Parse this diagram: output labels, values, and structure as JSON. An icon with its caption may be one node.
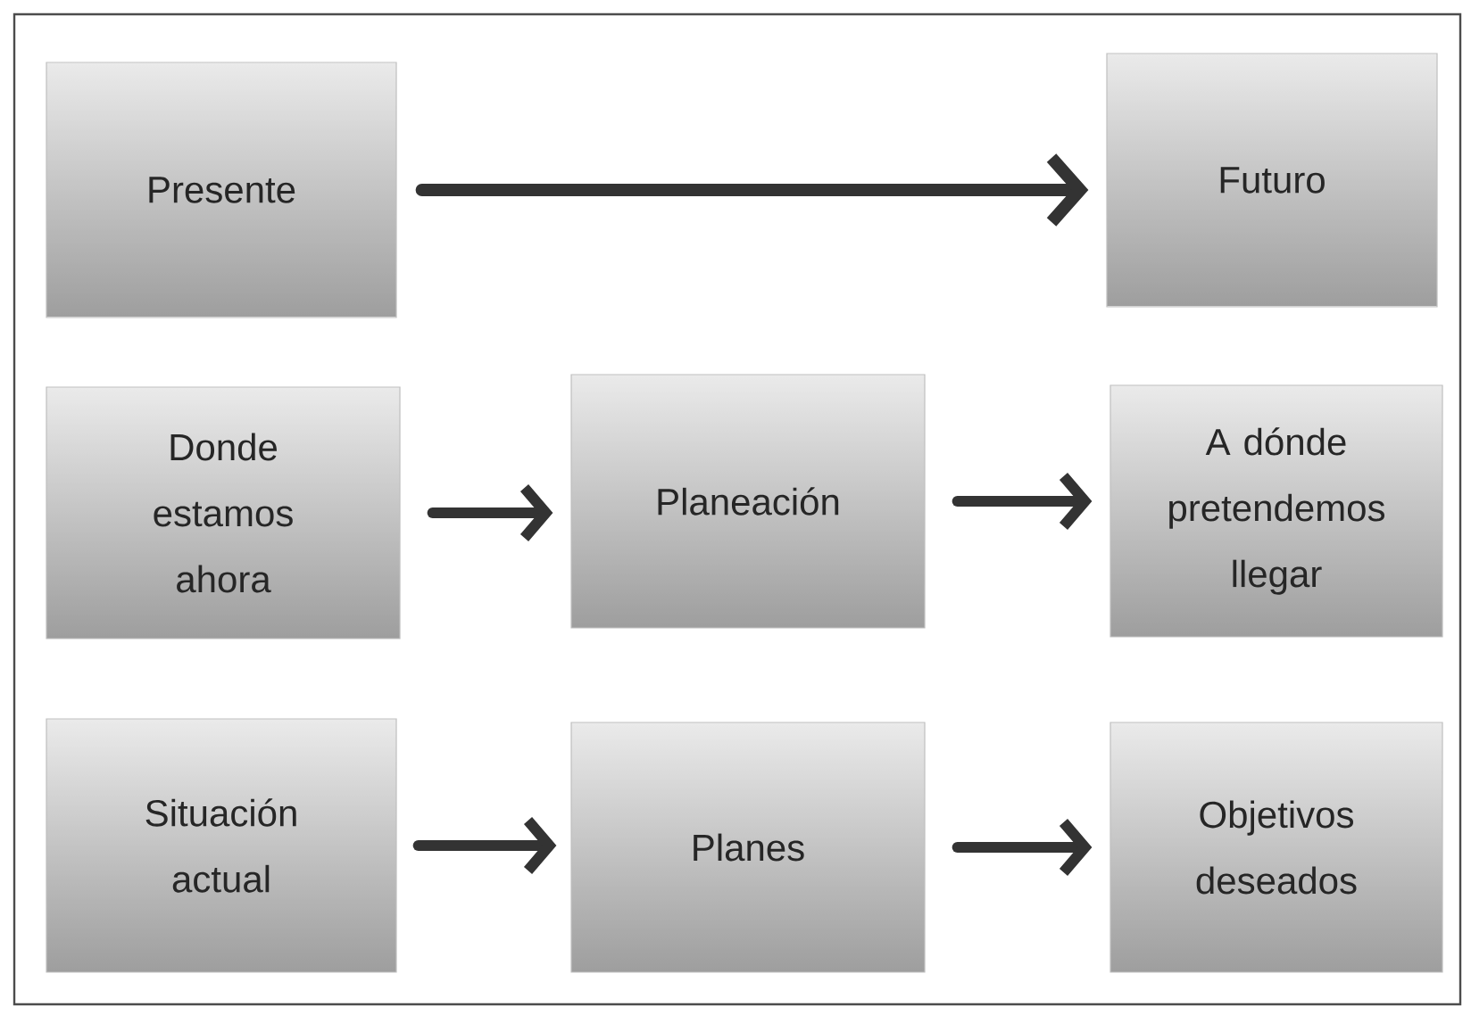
{
  "diagram": {
    "nodes": [
      {
        "text": [
          "Presente"
        ]
      },
      {
        "text": [
          "Futuro"
        ]
      },
      {
        "text": [
          "Donde estamos ahora"
        ]
      },
      {
        "text": [
          "Planeación"
        ]
      },
      {
        "text": [
          "A dónde pretendemos llegar"
        ]
      },
      {
        "text": [
          "Situación actual"
        ]
      },
      {
        "text": [
          "Planes"
        ]
      },
      {
        "text": [
          "Objetivos deseados"
        ]
      }
    ],
    "edges": [
      {
        "from": 0,
        "to": 1,
        "arrow": "to"
      },
      {
        "from": 2,
        "to": 3,
        "arrow": "to"
      },
      {
        "from": 3,
        "to": 4,
        "arrow": "to"
      },
      {
        "from": 5,
        "to": 6,
        "arrow": "to"
      },
      {
        "from": 6,
        "to": 7,
        "arrow": "to"
      }
    ]
  }
}
